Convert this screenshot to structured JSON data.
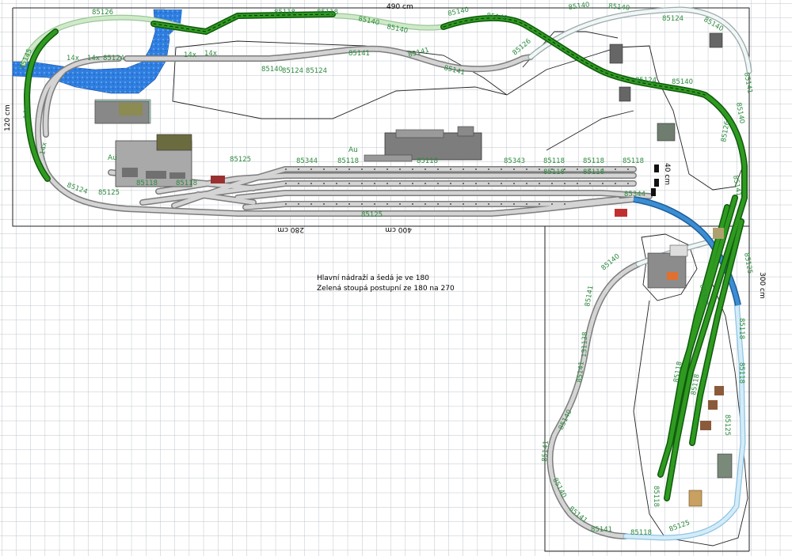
{
  "dimensions": {
    "top": "490 cm",
    "left": "120 cm",
    "right": "300 cm",
    "inner_400": "400 cm",
    "inner_280": "280 cm",
    "inner_40": "40 cm"
  },
  "notes": {
    "line1": "Hlavní nádraží a šedá je ve 180",
    "line2": "Zelená stoupá postupní ze 180 na 270"
  },
  "track_labels": {
    "top": [
      "85126",
      "85118",
      "85118",
      "85140",
      "85140",
      "85140",
      "85140",
      "85140",
      "85140",
      "85124",
      "85140"
    ],
    "mid": [
      "14x",
      "14x",
      "85124",
      "14x",
      "14x",
      "85140",
      "85124",
      "85124",
      "85141",
      "85141",
      "85141"
    ],
    "station": [
      "85125",
      "85344",
      "85118",
      "85118",
      "85343",
      "85118",
      "85118",
      "85118",
      "85125",
      "85118",
      "85118",
      "85118",
      "85118",
      "85344"
    ],
    "right": [
      "85126",
      "85124",
      "85140",
      "85141",
      "85140",
      "85126",
      "85141",
      "85125",
      "85343",
      "85118",
      "85118",
      "85125"
    ],
    "bottom_left": [
      "85140",
      "131138",
      "85141",
      "85141",
      "85140",
      "85141",
      "85140",
      "85141"
    ],
    "bottom": [
      "85141",
      "85118",
      "85125",
      "85118",
      "85118",
      "85118"
    ],
    "left": [
      "85145",
      "14x",
      "14x",
      "85124",
      "85125"
    ]
  },
  "building_labels": {
    "au1": "Au",
    "au2": "Au"
  },
  "colors": {
    "grid": "#bfc3cb",
    "grey_track": "#c8c8c8",
    "green_track": "#2a8a1e",
    "light_green_track": "#c8e8c0",
    "white_track": "#eef2f2",
    "water": "#2f7fe0",
    "label_green": "#2c8a3c"
  }
}
